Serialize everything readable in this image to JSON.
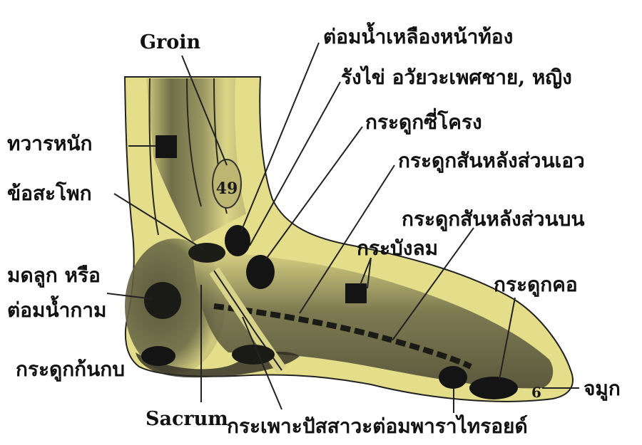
{
  "labels": {
    "groin": "Groin",
    "lymph_abdomen": "ต่อมน้ำเหลืองหน้าท้อง",
    "ovary_genitals": "รังไข่  อวัยวะเพศชาย, หญิง",
    "ribs": "กระดูกซี่โครง",
    "anus": "ทวารหนัก",
    "lumbar_spine": "กระดูกสันหลังส่วนเอว",
    "hip_joint": "ข้อสะโพก",
    "upper_spine": "กระดูกสันหลังส่วนบน",
    "diaphragm": "กระบังลม",
    "uterus_line1": "มดลูก หรือ",
    "uterus_line2": "ต่อมน้ำกาม",
    "neck_bone": "กระดูกคอ",
    "coccyx": "กระดูกก้นกบ",
    "nose": "จมูก",
    "sacrum": "Sacrum",
    "bladder_parathyroid": "กระเพาะปัสสาวะต่อมพาราไทรอยด์"
  },
  "markers": {
    "m49": "49",
    "m6": "6"
  },
  "colors": {
    "skin": "#e6e08a",
    "shade": "#3b3a2a",
    "dark": "#141414",
    "line": "#222222"
  }
}
